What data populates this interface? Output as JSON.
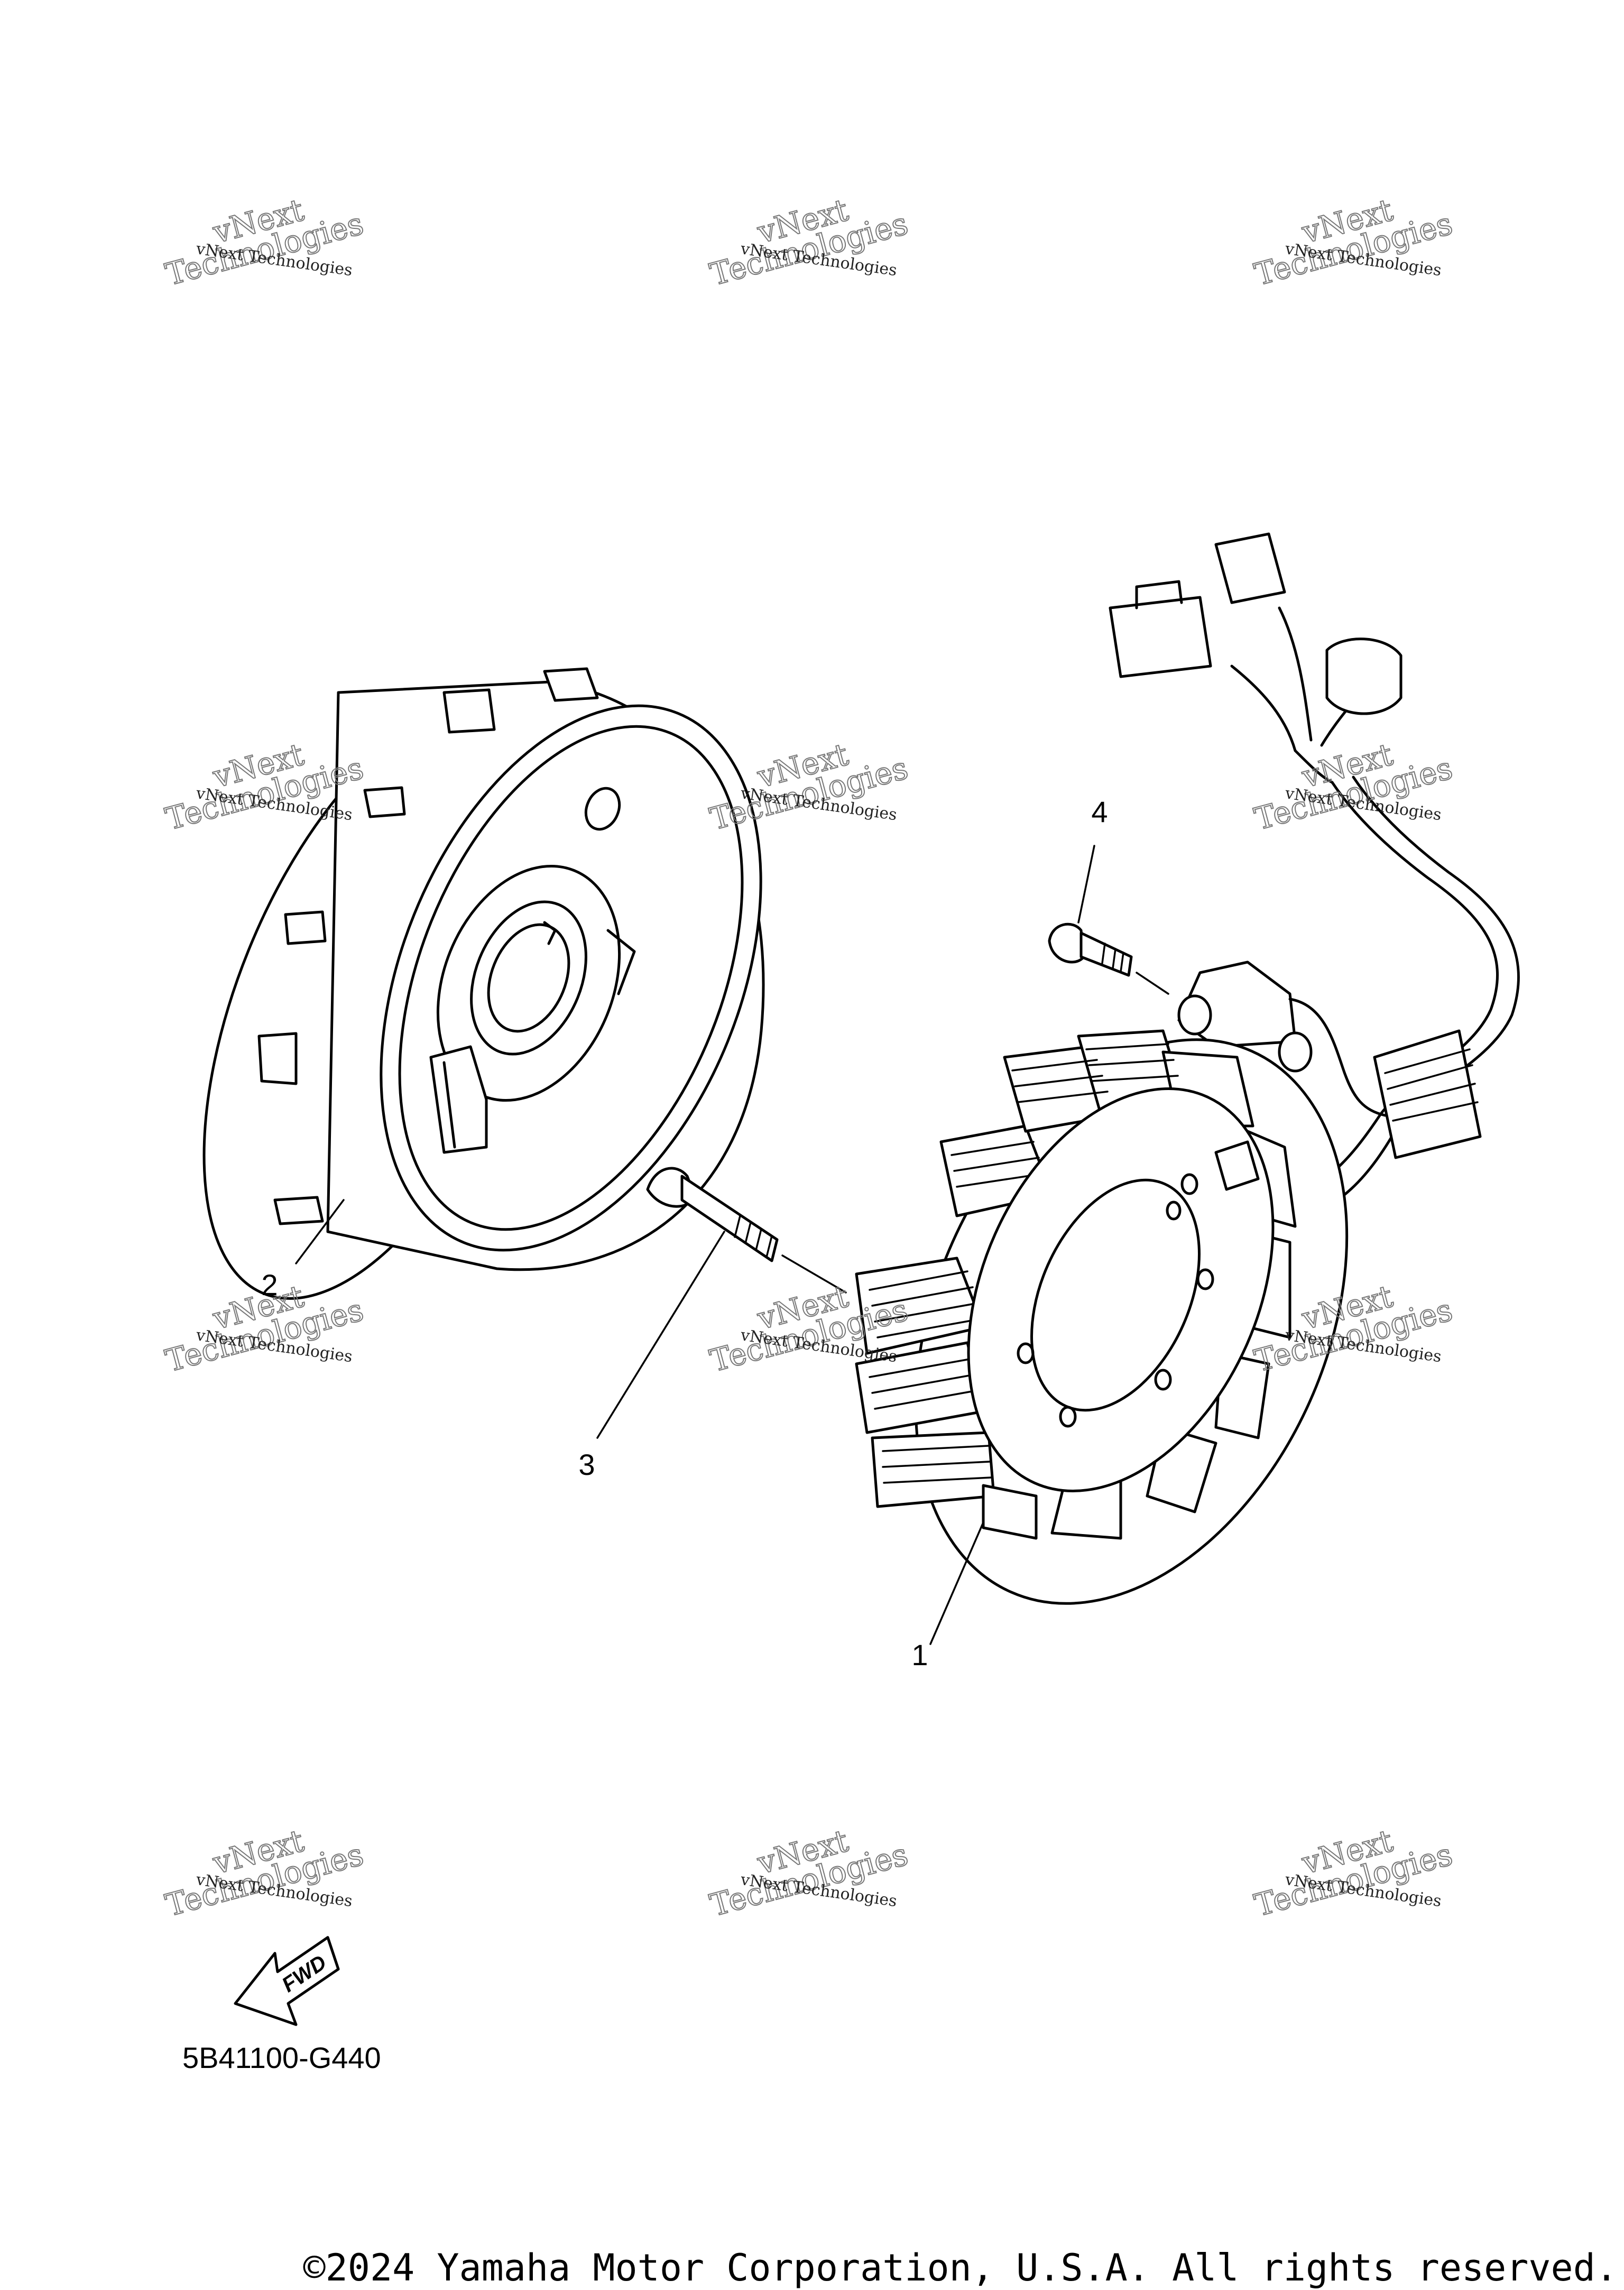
{
  "diagram": {
    "part_callouts": [
      "1",
      "2",
      "3",
      "4"
    ],
    "diagram_code": "5B41100-G440",
    "fwd_label": "FWD",
    "copyright": "©2024 Yamaha Motor Corporation, U.S.A. All rights reserved."
  },
  "watermark": {
    "line_small": "vNext Technologies",
    "line_big_1": "vNext",
    "line_big_2": "Technologies"
  }
}
